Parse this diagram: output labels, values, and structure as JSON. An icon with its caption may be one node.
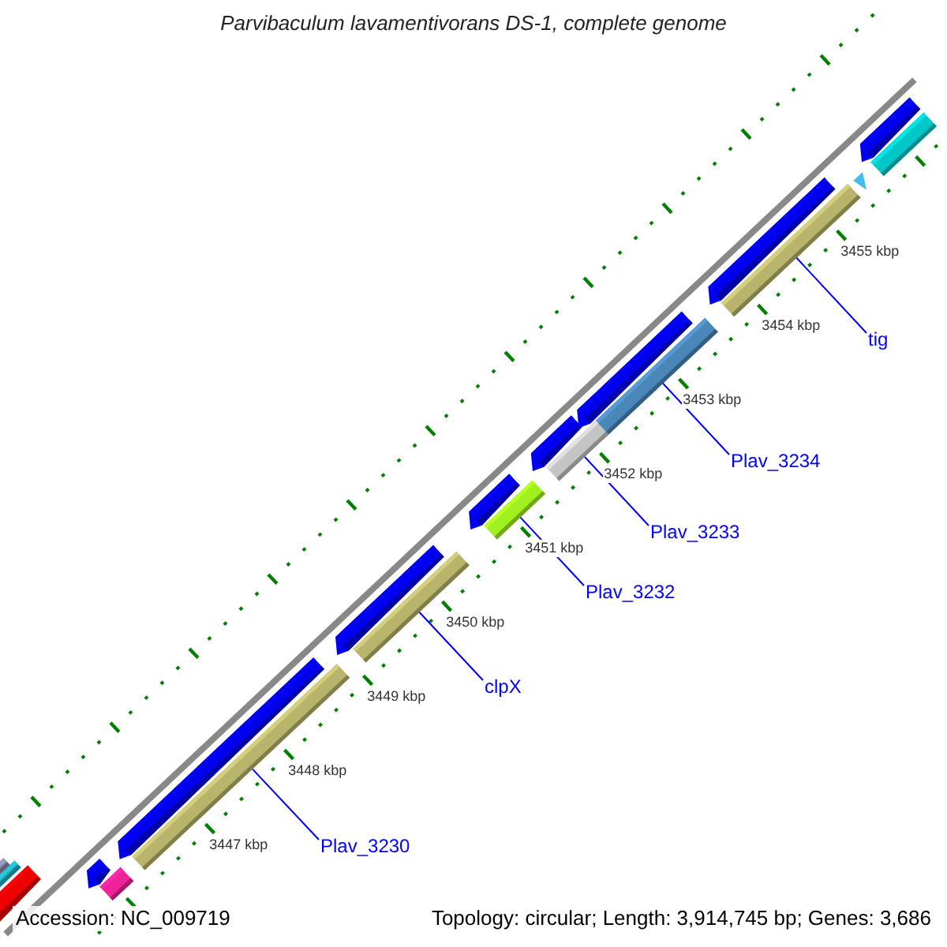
{
  "diagram": {
    "title": "Parvibaculum lavamentivorans DS-1, complete genome",
    "nodes": [
      {
        "text": [
          "tig"
        ]
      },
      {
        "text": [
          "Plav_3234"
        ]
      },
      {
        "text": [
          "Plav_3233"
        ]
      },
      {
        "text": [
          "Plav_3232"
        ]
      },
      {
        "text": [
          "clpX"
        ]
      },
      {
        "text": [
          "Plav_3230"
        ]
      },
      {
        "text": [],
        "shape": "bar"
      },
      {
        "text": [],
        "shape": "bar"
      },
      {
        "text": [],
        "shape": "bar"
      },
      {
        "text": [],
        "shape": "bar"
      },
      {
        "text": [],
        "shape": "bar"
      },
      {
        "text": [],
        "shape": "bar"
      }
    ],
    "edges": [
      {
        "from": 0,
        "to": 6,
        "arrow": "none"
      },
      {
        "from": 1,
        "to": 7,
        "arrow": "none"
      },
      {
        "from": 2,
        "to": 8,
        "arrow": "none"
      },
      {
        "from": 3,
        "to": 9,
        "arrow": "none"
      },
      {
        "from": 4,
        "to": 10,
        "arrow": "none"
      },
      {
        "from": 5,
        "to": 11,
        "arrow": "none"
      }
    ],
    "labels": [
      "3455 kbp",
      "3454 kbp",
      "3453 kbp",
      "3452 kbp",
      "3451 kbp",
      "3450 kbp",
      "3449 kbp",
      "3448 kbp",
      "3447 kbp",
      "Accession: NC_009719",
      "Topology: circular; Length: 3,914,745 bp; Genes: 3,686"
    ]
  }
}
